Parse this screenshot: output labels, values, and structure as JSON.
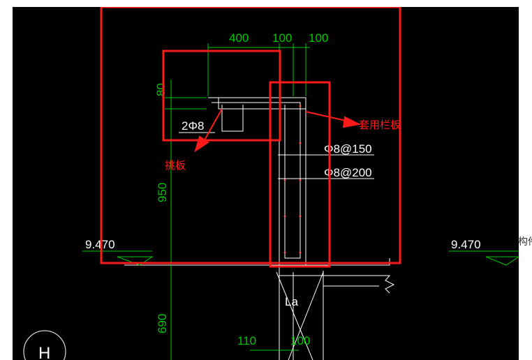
{
  "dimensions": {
    "top_400": "400",
    "top_100_a": "100",
    "top_100_b": "100",
    "side_80": "80",
    "side_950": "950",
    "side_690": "690",
    "bottom_110": "110",
    "bottom_100": "100"
  },
  "rebar": {
    "two_phi8": "2Φ8",
    "phi8_150": "Φ8@150",
    "phi8_200": "Φ8@200"
  },
  "levels": {
    "left": "9.470",
    "right": "9.470"
  },
  "labels": {
    "anchor_la": "La",
    "axis_h": "H"
  },
  "annotations": {
    "cantilever_slab": "挑板",
    "apply_parapet": "套用栏板"
  },
  "side_text": "构件",
  "colors": {
    "background": "#000000",
    "dimension": "#00c800",
    "markup": "#ff1a1a",
    "linework": "#ffffff"
  }
}
